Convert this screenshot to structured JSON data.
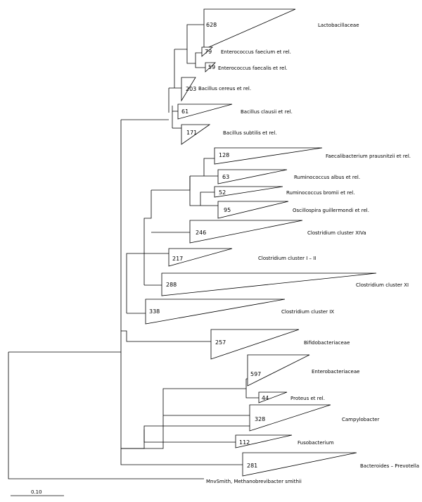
{
  "tree": {
    "clades": [
      {
        "key": "lactobacillaceae",
        "count": "628",
        "label": "Lactobacillaceae"
      },
      {
        "key": "enterococcus-faecium",
        "count": "79",
        "label": "Enterococcus faecium et rel."
      },
      {
        "key": "enterococcus-faecalis",
        "count": "59",
        "label": "Enterococcus faecalis et rel."
      },
      {
        "key": "bacillus-cereus",
        "count": "203",
        "label": "Bacillus cereus et rel."
      },
      {
        "key": "bacillus-clausii",
        "count": "61",
        "label": "Bacillus clausii et rel."
      },
      {
        "key": "bacillus-subtilis",
        "count": "171",
        "label": "Bacillus subtilis et rel."
      },
      {
        "key": "faecalibacterium",
        "count": "128",
        "label": "Faecalibacterium prausnitzii et rel."
      },
      {
        "key": "ruminococcus-albus",
        "count": "63",
        "label": "Ruminococcus albus et rel."
      },
      {
        "key": "ruminococcus-bromii",
        "count": "52",
        "label": "Ruminococcus bromii et rel."
      },
      {
        "key": "oscillospira",
        "count": "95",
        "label": "Oscillospira guillermondi et rel."
      },
      {
        "key": "clostridium-xiva",
        "count": "246",
        "label": "Clostridium cluster XIVa"
      },
      {
        "key": "clostridium-i-ii",
        "count": "217",
        "label": "Clostridium cluster I – II"
      },
      {
        "key": "clostridium-xi",
        "count": "288",
        "label": "Clostridium cluster XI"
      },
      {
        "key": "clostridium-ix",
        "count": "338",
        "label": "Clostridium cluster IX"
      },
      {
        "key": "bifidobacteriaceae",
        "count": "257",
        "label": "Bifidobacteriaceae"
      },
      {
        "key": "enterobacteriaceae",
        "count": "597",
        "label": "Enterobacteriaceae"
      },
      {
        "key": "proteus",
        "count": "44",
        "label": "Proteus et rel."
      },
      {
        "key": "campylobacter",
        "count": "328",
        "label": "Campylobacter"
      },
      {
        "key": "fusobacterium",
        "count": "112",
        "label": "Fusobacterium"
      },
      {
        "key": "bacteroides-prevotella",
        "count": "281",
        "label": "Bacteroides – Prevotella"
      }
    ],
    "outgroup_label": "MnvSmith, Methanobrevibacter smithii",
    "scale_label": "0.10"
  }
}
